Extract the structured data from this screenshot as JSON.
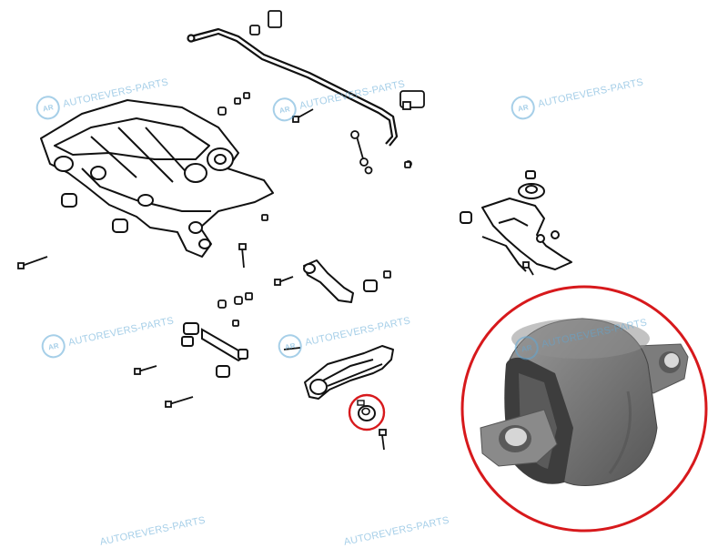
{
  "watermark": {
    "logo_text": "AR",
    "text": "AUTOREVERS-PARTS",
    "color": "#5fa8d6"
  },
  "highlight_color": "#d7191c",
  "diagram": {
    "parts": [
      {
        "name": "rear subframe",
        "icon": "subframe-icon"
      },
      {
        "name": "stabilizer bar",
        "icon": "stabilizer-bar-icon"
      },
      {
        "name": "trailing arm",
        "icon": "trailing-arm-icon"
      },
      {
        "name": "lower control arm",
        "icon": "lower-arm-icon"
      },
      {
        "name": "upper control arm",
        "icon": "upper-arm-icon"
      },
      {
        "name": "lateral link",
        "icon": "lateral-link-icon"
      },
      {
        "name": "bushing",
        "icon": "bushing-icon"
      },
      {
        "name": "spring seat",
        "icon": "spring-seat-icon"
      },
      {
        "name": "bolts",
        "icon": "bolt-icon"
      }
    ],
    "highlighted_part": "trailing arm bushing"
  }
}
